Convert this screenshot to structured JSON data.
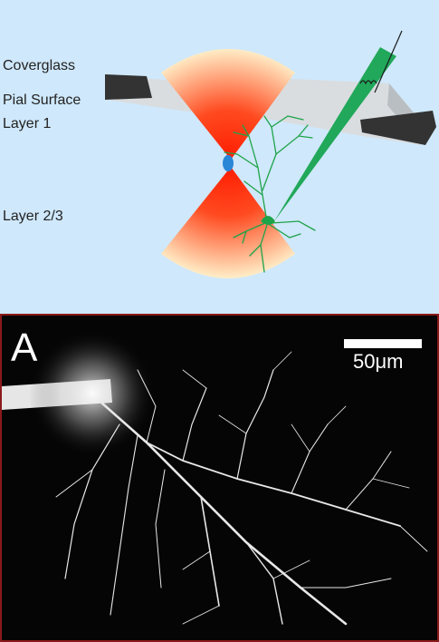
{
  "schematic": {
    "labels": {
      "coverglass": "Coverglass",
      "pial_surface": "Pial Surface",
      "layer1": "Layer 1",
      "layer23": "Layer 2/3"
    },
    "colors": {
      "background": "#cfe8fb",
      "laser_core": "#ff1a00",
      "laser_edge": "#fff6d0",
      "neuron": "#1fa34a",
      "pipette": "#21a85a",
      "coverglass": "#333333",
      "brain_surface": "#d9dde0",
      "focal_spot": "#2a86d6"
    }
  },
  "micrograph": {
    "panel_letter": "A",
    "scale_bar_label": "50μm",
    "colors": {
      "background": "#050505",
      "border": "#8a1a1a",
      "dendrites": "#e8e8e8"
    }
  }
}
